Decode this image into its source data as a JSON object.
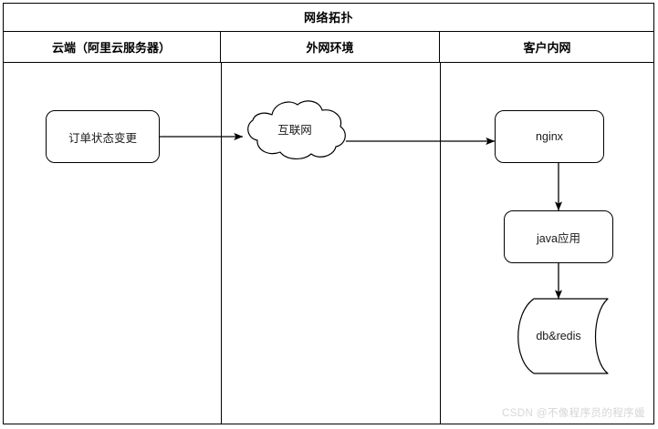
{
  "diagram": {
    "title": "网络拓扑",
    "columns": [
      {
        "label": "云端（阿里云服务器）"
      },
      {
        "label": "外网环境"
      },
      {
        "label": "客户内网"
      }
    ],
    "nodes": [
      {
        "id": "order",
        "label": "订单状态变更",
        "shape": "rounded-rect",
        "column": 0
      },
      {
        "id": "cloud",
        "label": "互联网",
        "shape": "cloud",
        "column": 1
      },
      {
        "id": "nginx",
        "label": "nginx",
        "shape": "rounded-rect",
        "column": 2
      },
      {
        "id": "java",
        "label": "java应用",
        "shape": "rounded-rect",
        "column": 2
      },
      {
        "id": "db",
        "label": "db&redis",
        "shape": "tape",
        "column": 2
      }
    ],
    "edges": [
      {
        "from": "order",
        "to": "cloud",
        "direction": "right",
        "arrow": true
      },
      {
        "from": "cloud",
        "to": "nginx",
        "direction": "right",
        "arrow": true
      },
      {
        "from": "nginx",
        "to": "java",
        "direction": "down",
        "arrow": true
      },
      {
        "from": "java",
        "to": "db",
        "direction": "down",
        "arrow": true
      }
    ],
    "colors": {
      "stroke": "#000000",
      "fill": "#ffffff",
      "text": "#1a1a1a",
      "watermark": "#d6d6d6"
    }
  },
  "watermark": {
    "text": "CSDN @不像程序员的程序媛"
  }
}
